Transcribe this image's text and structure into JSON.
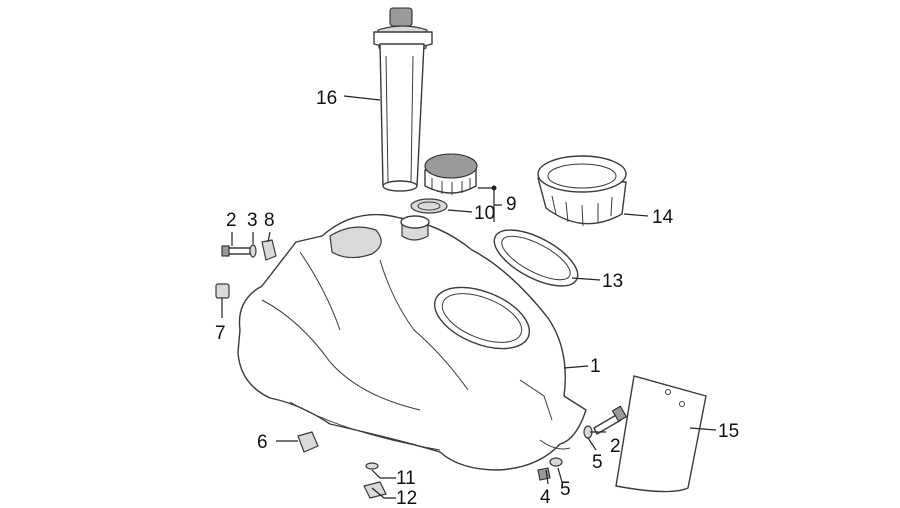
{
  "diagram": {
    "callouts": [
      "16",
      "9",
      "10",
      "14",
      "2",
      "3",
      "8",
      "13",
      "7",
      "1",
      "6",
      "2",
      "5",
      "15",
      "11",
      "4",
      "5",
      "12"
    ]
  }
}
